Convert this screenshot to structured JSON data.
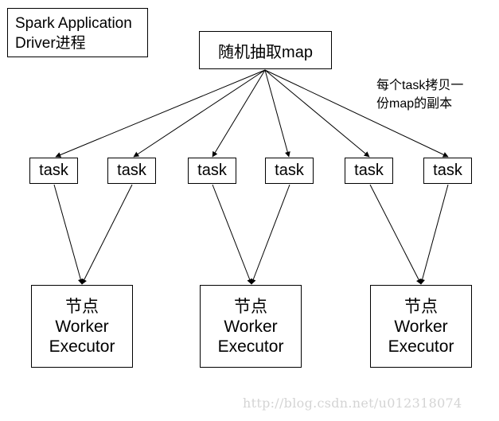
{
  "driver": {
    "line1": "Spark Application",
    "line2": "Driver进程"
  },
  "broadcast": {
    "label": "随机抽取map"
  },
  "note": {
    "line1": "每个task拷贝一",
    "line2": "份map的副本"
  },
  "tasks": [
    {
      "label": "task"
    },
    {
      "label": "task"
    },
    {
      "label": "task"
    },
    {
      "label": "task"
    },
    {
      "label": "task"
    },
    {
      "label": "task"
    }
  ],
  "workers": [
    {
      "line1": "节点",
      "line2": "Worker",
      "line3": "Executor"
    },
    {
      "line1": "节点",
      "line2": "Worker",
      "line3": "Executor"
    },
    {
      "line1": "节点",
      "line2": "Worker",
      "line3": "Executor"
    }
  ],
  "watermark": "http://blog.csdn.net/u012318074"
}
